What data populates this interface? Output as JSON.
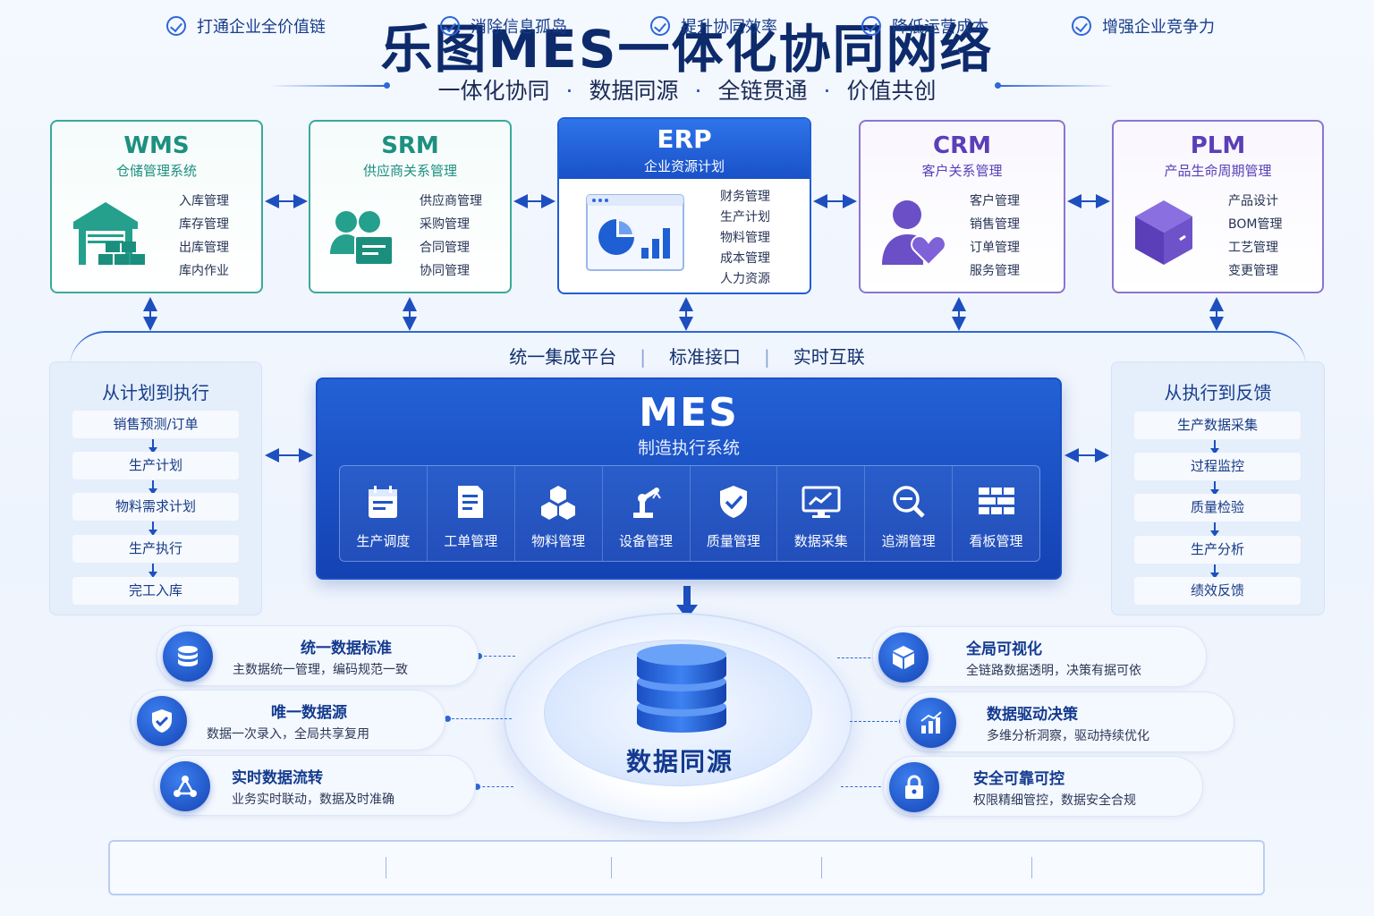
{
  "header": {
    "title": "乐图MES一体化协同网络",
    "tagline": [
      "一体化协同",
      "数据同源",
      "全链贯通",
      "价值共创"
    ],
    "separator": "·"
  },
  "systems": {
    "wms": {
      "name": "WMS",
      "subtitle": "仓储管理系统",
      "items": [
        "入库管理",
        "库存管理",
        "出库管理",
        "库内作业"
      ],
      "icon": "warehouse-icon"
    },
    "srm": {
      "name": "SRM",
      "subtitle": "供应商关系管理",
      "items": [
        "供应商管理",
        "采购管理",
        "合同管理",
        "协同管理"
      ],
      "icon": "supplier-icon"
    },
    "erp": {
      "name": "ERP",
      "subtitle": "企业资源计划",
      "items": [
        "财务管理",
        "生产计划",
        "物料管理",
        "成本管理",
        "人力资源"
      ],
      "icon": "dashboard-chart-icon"
    },
    "crm": {
      "name": "CRM",
      "subtitle": "客户关系管理",
      "items": [
        "客户管理",
        "销售管理",
        "订单管理",
        "服务管理"
      ],
      "icon": "customer-heart-icon"
    },
    "plm": {
      "name": "PLM",
      "subtitle": "产品生命周期管理",
      "items": [
        "产品设计",
        "BOM管理",
        "工艺管理",
        "变更管理"
      ],
      "icon": "cube-icon"
    }
  },
  "integration": [
    "统一集成平台",
    "标准接口",
    "实时互联"
  ],
  "left_flow": {
    "title": "从计划到执行",
    "steps": [
      "销售预测/订单",
      "生产计划",
      "物料需求计划",
      "生产执行",
      "完工入库"
    ]
  },
  "right_flow": {
    "title": "从执行到反馈",
    "steps": [
      "生产数据采集",
      "过程监控",
      "质量检验",
      "生产分析",
      "绩效反馈"
    ]
  },
  "mes": {
    "name": "MES",
    "subtitle": "制造执行系统",
    "modules": [
      {
        "label": "生产调度",
        "icon": "calendar-icon"
      },
      {
        "label": "工单管理",
        "icon": "document-icon"
      },
      {
        "label": "物料管理",
        "icon": "boxes-icon"
      },
      {
        "label": "设备管理",
        "icon": "robot-arm-icon"
      },
      {
        "label": "质量管理",
        "icon": "shield-check-icon"
      },
      {
        "label": "数据采集",
        "icon": "monitor-chart-icon"
      },
      {
        "label": "追溯管理",
        "icon": "magnifier-icon"
      },
      {
        "label": "看板管理",
        "icon": "grid-board-icon"
      }
    ]
  },
  "database": {
    "label": "数据同源",
    "icon": "database-stack-icon"
  },
  "features_left": [
    {
      "title": "统一数据标准",
      "desc": "主数据统一管理，编码规范一致",
      "icon": "database-icon"
    },
    {
      "title": "唯一数据源",
      "desc": "数据一次录入，全局共享复用",
      "icon": "shield-check-icon"
    },
    {
      "title": "实时数据流转",
      "desc": "业务实时联动，数据及时准确",
      "icon": "network-icon"
    }
  ],
  "features_right": [
    {
      "title": "全局可视化",
      "desc": "全链路数据透明，决策有据可依",
      "icon": "cube-icon"
    },
    {
      "title": "数据驱动决策",
      "desc": "多维分析洞察，驱动持续优化",
      "icon": "bar-chart-icon"
    },
    {
      "title": "安全可靠可控",
      "desc": "权限精细管控，数据安全合规",
      "icon": "lock-icon"
    }
  ],
  "benefits": [
    "打通企业全价值链",
    "消除信息孤岛",
    "提升协同效率",
    "降低运营成本",
    "增强企业竞争力"
  ],
  "colors": {
    "primary": "#1e5fd4",
    "navy": "#0d2a6b",
    "teal": "#1d9080",
    "purple": "#5a3fb8"
  }
}
